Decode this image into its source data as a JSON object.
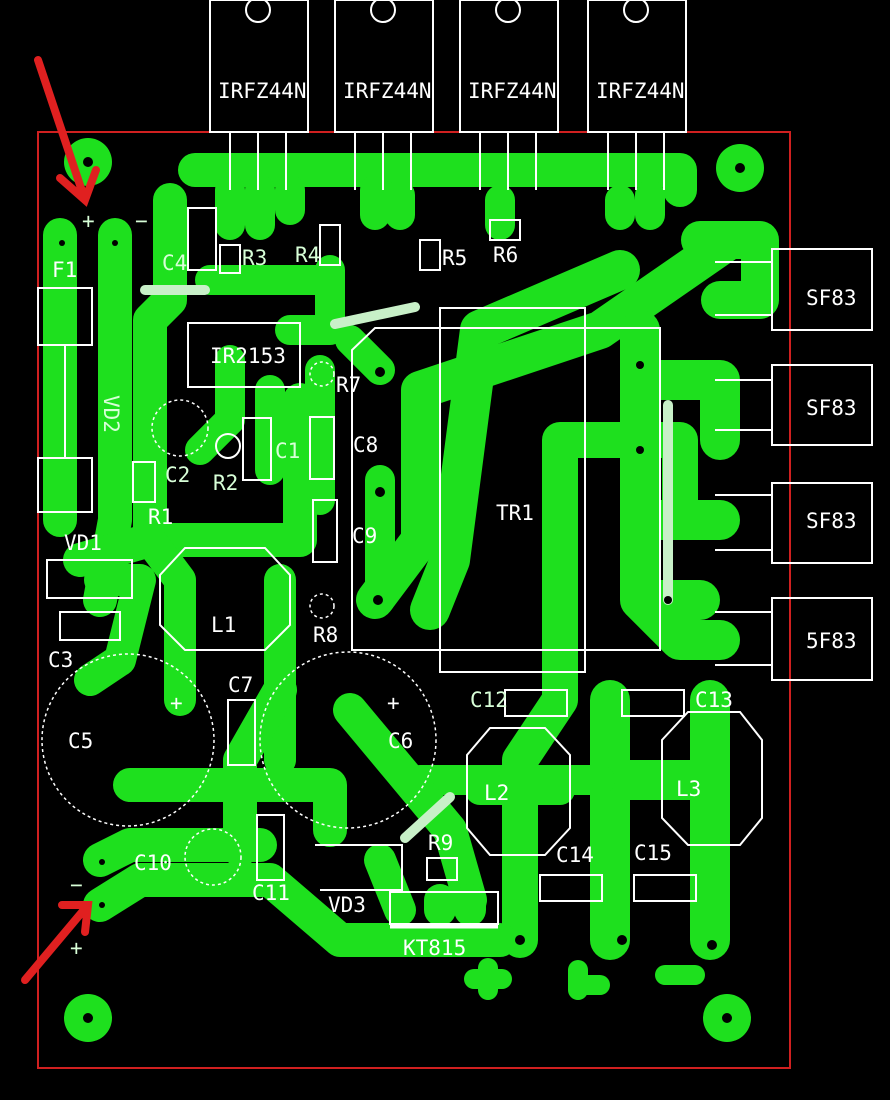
{
  "board": {
    "mosfets": [
      "IRFZ44N",
      "IRFZ44N",
      "IRFZ44N",
      "IRFZ44N"
    ],
    "diodes_out": [
      "SF83",
      "SF83",
      "SF83",
      "5F83"
    ],
    "components": {
      "F1": "F1",
      "VD2": "VD2",
      "C4": "C4",
      "R3": "R3",
      "R4": "R4",
      "R5": "R5",
      "R6": "R6",
      "IC": "IR2153",
      "R7": "R7",
      "C8": "C8",
      "C9": "C9",
      "R8": "R8",
      "C1": "C1",
      "C2": "C2",
      "R2": "R2",
      "R1": "R1",
      "VD1": "VD1",
      "C3": "C3",
      "L1": "L1",
      "TR1": "TR1",
      "C5": "C5",
      "C6": "C6",
      "C7": "C7",
      "C12": "C12",
      "C13": "C13",
      "L2": "L2",
      "L3": "L3",
      "C14": "C14",
      "C15": "C15",
      "C10": "C10",
      "C11": "C11",
      "VD3": "VD3",
      "R9": "R9",
      "KT815": "KT815"
    },
    "polarity": {
      "plus": "+",
      "minus": "−"
    },
    "colors": {
      "copper": "#1ee01e",
      "silk": "#ffffff",
      "outline": "#d02020",
      "background": "#000000"
    }
  }
}
